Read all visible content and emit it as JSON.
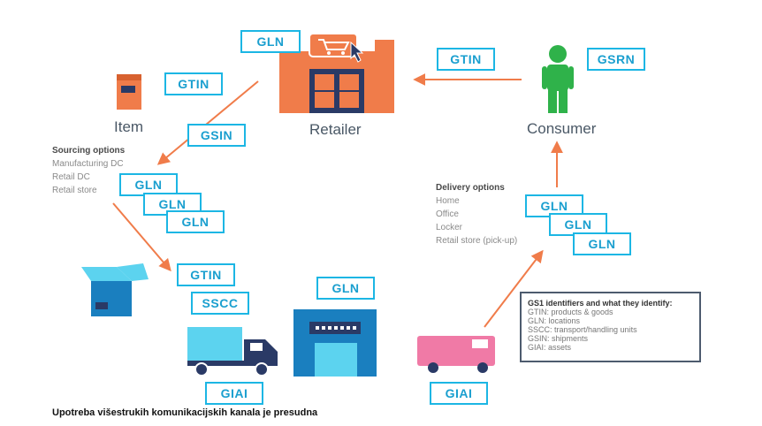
{
  "nodes": {
    "item": "Item",
    "retailer": "Retailer",
    "consumer": "Consumer"
  },
  "tags": {
    "item_gtin": "GTIN",
    "retailer_gln": "GLN",
    "consumer_gtin": "GTIN",
    "consumer_gsrn": "GSRN",
    "gsin": "GSIN",
    "sourcing_gln_1": "GLN",
    "sourcing_gln_2": "GLN",
    "sourcing_gln_3": "GLN",
    "shipment_gtin": "GTIN",
    "shipment_sscc": "SSCC",
    "warehouse_gln": "GLN",
    "truck_giai": "GIAI",
    "van_giai": "GIAI",
    "delivery_gln_1": "GLN",
    "delivery_gln_2": "GLN",
    "delivery_gln_3": "GLN"
  },
  "sourcing": {
    "title": "Sourcing options",
    "items": [
      "Manufacturing DC",
      "Retail DC",
      "Retail store"
    ]
  },
  "delivery": {
    "title": "Delivery options",
    "items": [
      "Home",
      "Office",
      "Locker",
      "Retail store (pick-up)"
    ]
  },
  "legend": {
    "title": "GS1 identifiers and what they identify:",
    "lines": [
      "GTIN: products & goods",
      "GLN: locations",
      "SSCC: transport/handling units",
      "GSIN: shipments",
      "GIAI: assets"
    ]
  },
  "caption": "Upotreba višestrukih komunikacijskih kanala je presudna",
  "colors": {
    "tag_border": "#1cb6e4",
    "arrow": "#f07c4a",
    "retailer_orange": "#f07c4a",
    "warehouse_blue": "#1a7fbf",
    "truck_cyan": "#5cd3ef",
    "consumer_green": "#2fb24a",
    "van_pink": "#f07aa6",
    "dark_navy": "#2a3a66"
  },
  "icons": [
    "item-box-icon",
    "retailer-store-icon",
    "shopping-cart-icon",
    "cursor-icon",
    "consumer-person-icon",
    "open-box-icon",
    "truck-icon",
    "warehouse-icon",
    "delivery-van-icon"
  ]
}
